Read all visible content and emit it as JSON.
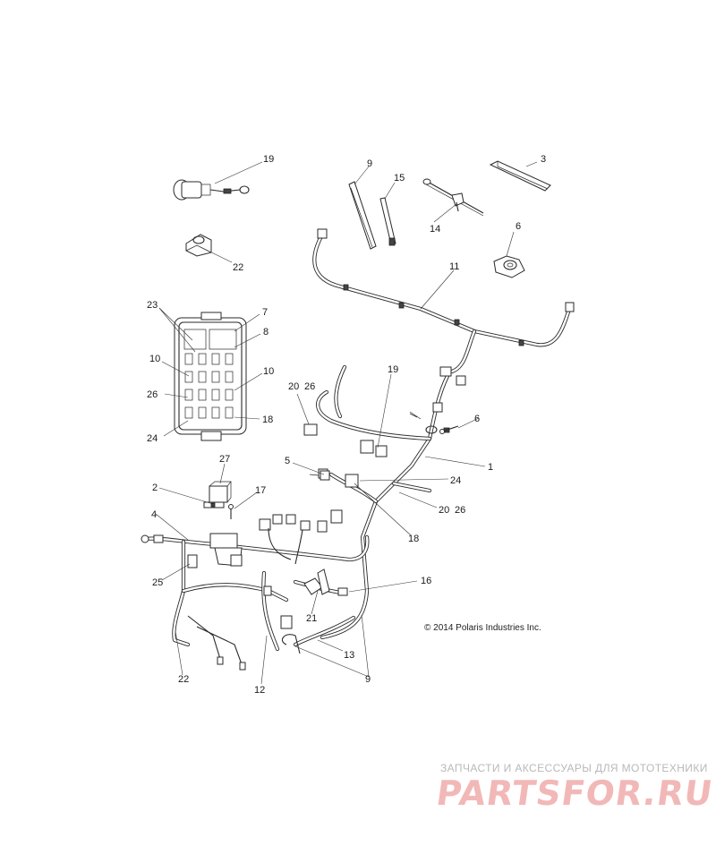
{
  "callouts": {
    "c19a": "19",
    "c9a": "9",
    "c15": "15",
    "c3": "3",
    "c14": "14",
    "c6a": "6",
    "c22a": "22",
    "c11": "11",
    "c23": "23",
    "c7": "7",
    "c8": "8",
    "c10a": "10",
    "c10b": "10",
    "c26a": "26",
    "c18a": "18",
    "c24a": "24",
    "c20a": "20",
    "c26b": "26",
    "c19b": "19",
    "c6b": "6",
    "c5": "5",
    "c1": "1",
    "c24b": "24",
    "c27": "27",
    "c2": "2",
    "c17": "17",
    "c20b": "20",
    "c26c": "26",
    "c18b": "18",
    "c4": "4",
    "c16": "16",
    "c25": "25",
    "c21": "21",
    "c13": "13",
    "c22b": "22",
    "c12": "12",
    "c9b": "9"
  },
  "copyright": "© 2014 Polaris Industries Inc.",
  "watermark": {
    "tagline": "ЗАПЧАСТИ И АКСЕССУАРЫ ДЛЯ МОТОТЕХНИКИ",
    "logo": "PARTSFOR.RU",
    "color": "#f2b8b8"
  }
}
